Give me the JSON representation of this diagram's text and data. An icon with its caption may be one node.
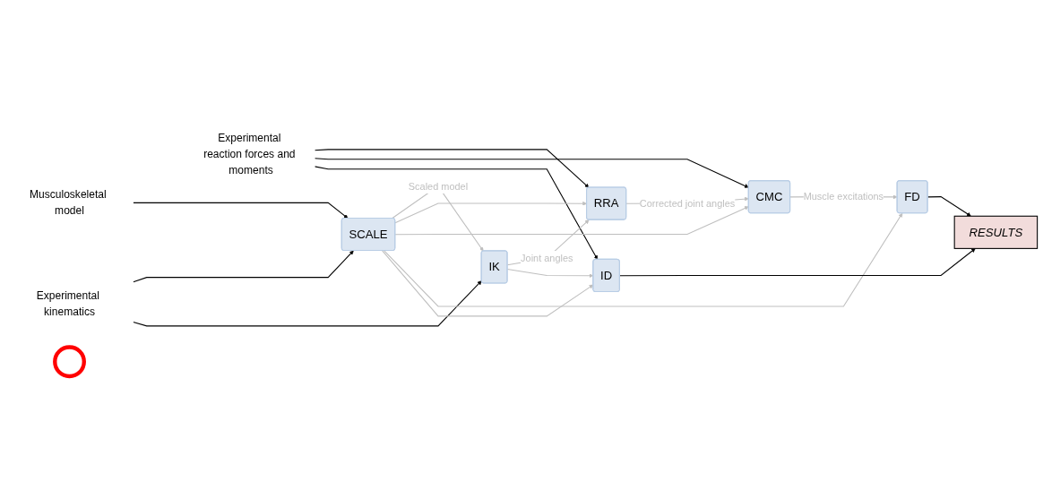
{
  "diagram": {
    "nodes": [
      {
        "text": [
          "Musculoskeletal model"
        ]
      },
      {
        "text": [
          "Experimental kinematics"
        ]
      },
      {
        "text": [
          "Experimental reaction forces and moments"
        ]
      },
      {
        "text": [
          "SCALE"
        ]
      },
      {
        "text": [
          "IK"
        ]
      },
      {
        "text": [
          "RRA"
        ]
      },
      {
        "text": [
          "CMC"
        ]
      },
      {
        "text": [
          "FD"
        ]
      },
      {
        "text": [
          "ID"
        ]
      },
      {
        "text": [
          "RESULTS"
        ]
      },
      {
        "text": [],
        "shape": "ellipse"
      }
    ],
    "edges": [
      {
        "from": 0,
        "to": 3,
        "arrow": "to",
        "color": "#000000"
      },
      {
        "from": 1,
        "to": 3,
        "arrow": "to",
        "color": "#000000"
      },
      {
        "from": 1,
        "to": 4,
        "arrow": "to",
        "color": "#000000"
      },
      {
        "from": 2,
        "to": 5,
        "arrow": "to",
        "color": "#000000"
      },
      {
        "from": 2,
        "to": 6,
        "arrow": "to",
        "color": "#000000"
      },
      {
        "from": 2,
        "to": 8,
        "arrow": "to",
        "color": "#000000"
      },
      {
        "from": 3,
        "to": 4,
        "arrow": "to",
        "label": "Scaled model"
      },
      {
        "from": 3,
        "to": 5,
        "arrow": "to"
      },
      {
        "from": 3,
        "to": 6,
        "arrow": "to"
      },
      {
        "from": 3,
        "to": 7,
        "arrow": "to"
      },
      {
        "from": 3,
        "to": 8,
        "arrow": "to"
      },
      {
        "from": 4,
        "to": 5,
        "arrow": "to",
        "label": "Joint angles"
      },
      {
        "from": 4,
        "to": 8,
        "arrow": "to"
      },
      {
        "from": 5,
        "to": 6,
        "arrow": "to",
        "label": "Corrected joint angles"
      },
      {
        "from": 6,
        "to": 7,
        "arrow": "to",
        "label": "Muscle excitations"
      },
      {
        "from": 8,
        "to": 9,
        "arrow": "to",
        "color": "#000000"
      },
      {
        "from": 7,
        "to": 9,
        "arrow": "to",
        "color": "#000000"
      }
    ]
  }
}
